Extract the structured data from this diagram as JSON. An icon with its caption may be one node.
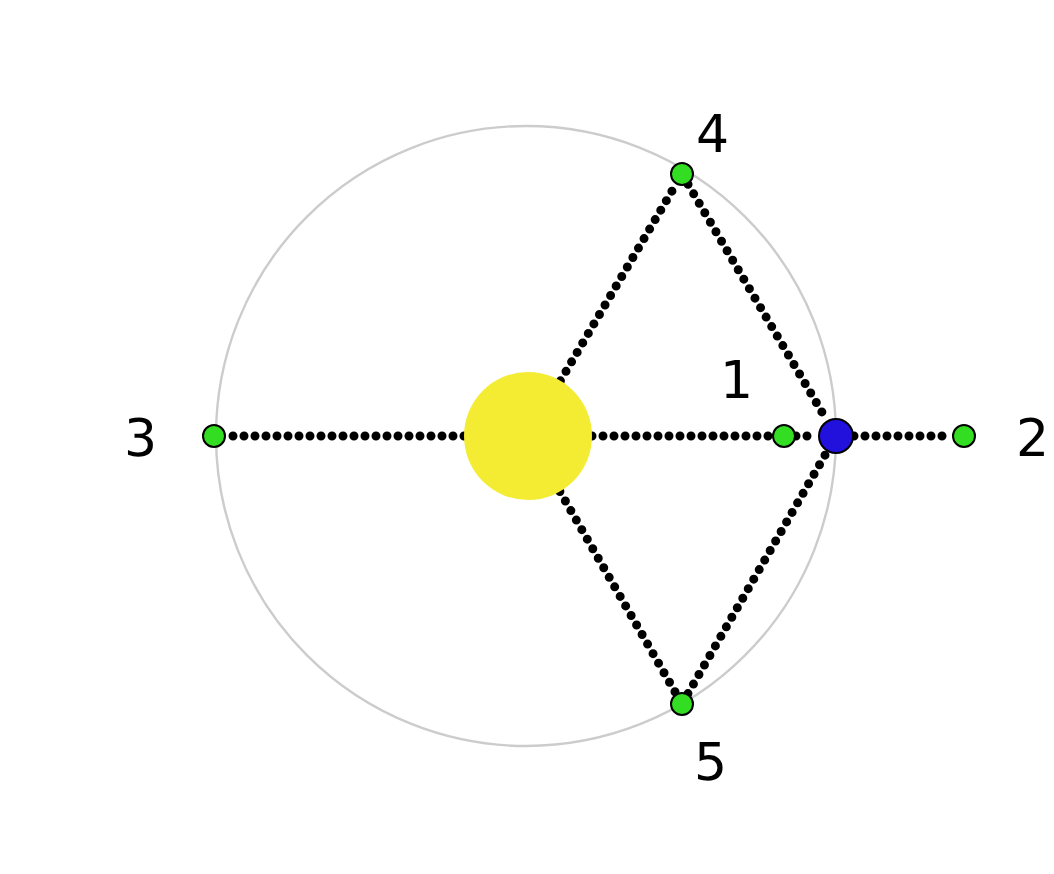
{
  "diagram": {
    "nodes": [
      {
        "text": [],
        "shape": "circle",
        "beside": [
          "4"
        ]
      },
      {
        "text": [],
        "shape": "circle",
        "beside": [
          "3"
        ]
      },
      {
        "text": [],
        "shape": "circle"
      },
      {
        "text": [],
        "shape": "circle",
        "beside": [
          "1"
        ]
      },
      {
        "text": [],
        "shape": "circle"
      },
      {
        "text": [],
        "shape": "circle",
        "beside": [
          "2"
        ]
      },
      {
        "text": [],
        "shape": "circle",
        "beside": [
          "5"
        ]
      }
    ],
    "edges": [
      {
        "from": 2,
        "to": 1,
        "arrow": "none"
      },
      {
        "from": 2,
        "to": 3,
        "arrow": "none"
      },
      {
        "from": 3,
        "to": 4,
        "arrow": "none"
      },
      {
        "from": 4,
        "to": 5,
        "arrow": "none"
      },
      {
        "from": 2,
        "to": 0,
        "arrow": "none"
      },
      {
        "from": 0,
        "to": 4,
        "arrow": "none"
      },
      {
        "from": 2,
        "to": 6,
        "arrow": "none"
      },
      {
        "from": 6,
        "to": 4,
        "arrow": "none"
      }
    ]
  }
}
